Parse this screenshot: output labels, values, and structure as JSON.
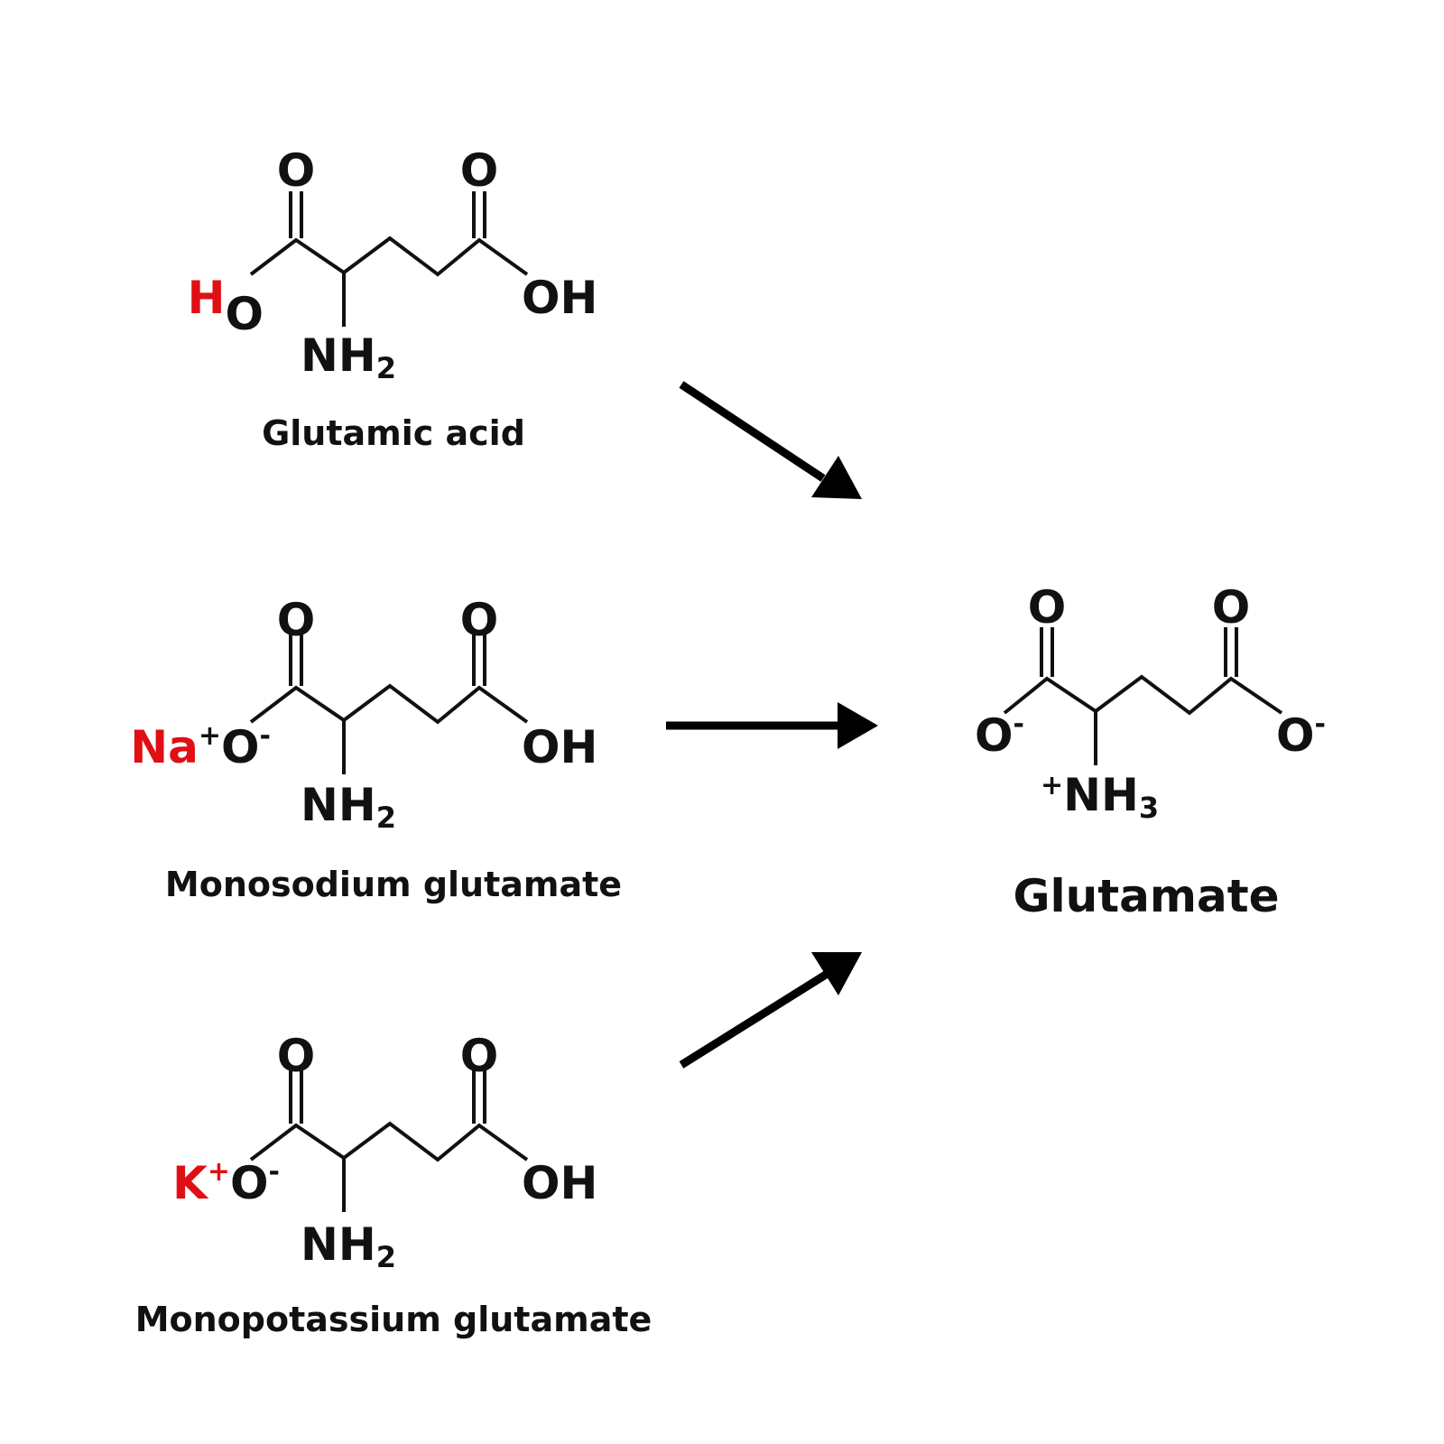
{
  "colors": {
    "ink": "#111111",
    "highlight": "#e00f15"
  },
  "reactants": [
    {
      "name": "Glutamic acid",
      "top_left_o": "O",
      "top_right_o": "O",
      "left_group": {
        "cation": "H",
        "cation_charge": "",
        "atom": "O",
        "atom_charge": ""
      },
      "right_group": "OH",
      "amine": {
        "main": "NH",
        "subscript": "2"
      }
    },
    {
      "name": "Monosodium glutamate",
      "top_left_o": "O",
      "top_right_o": "O",
      "left_group": {
        "cation": "Na",
        "cation_charge": "+",
        "atom": "O",
        "atom_charge": "-"
      },
      "right_group": "OH",
      "amine": {
        "main": "NH",
        "subscript": "2"
      }
    },
    {
      "name": "Monopotassium glutamate",
      "top_left_o": "O",
      "top_right_o": "O",
      "left_group": {
        "cation": "K",
        "cation_charge": "+",
        "atom": "O",
        "atom_charge": "-"
      },
      "right_group": "OH",
      "amine": {
        "main": "NH",
        "subscript": "2"
      }
    }
  ],
  "product": {
    "name": "Glutamate",
    "top_left_o": "O",
    "top_right_o": "O",
    "left_o": {
      "atom": "O",
      "charge": "-"
    },
    "right_o": {
      "atom": "O",
      "charge": "-"
    },
    "amine": {
      "charge": "+",
      "main": "NH",
      "subscript": "3"
    }
  },
  "arrows": [
    "arrow-from-glutamic-acid",
    "arrow-from-monosodium-glutamate",
    "arrow-from-monopotassium-glutamate"
  ]
}
